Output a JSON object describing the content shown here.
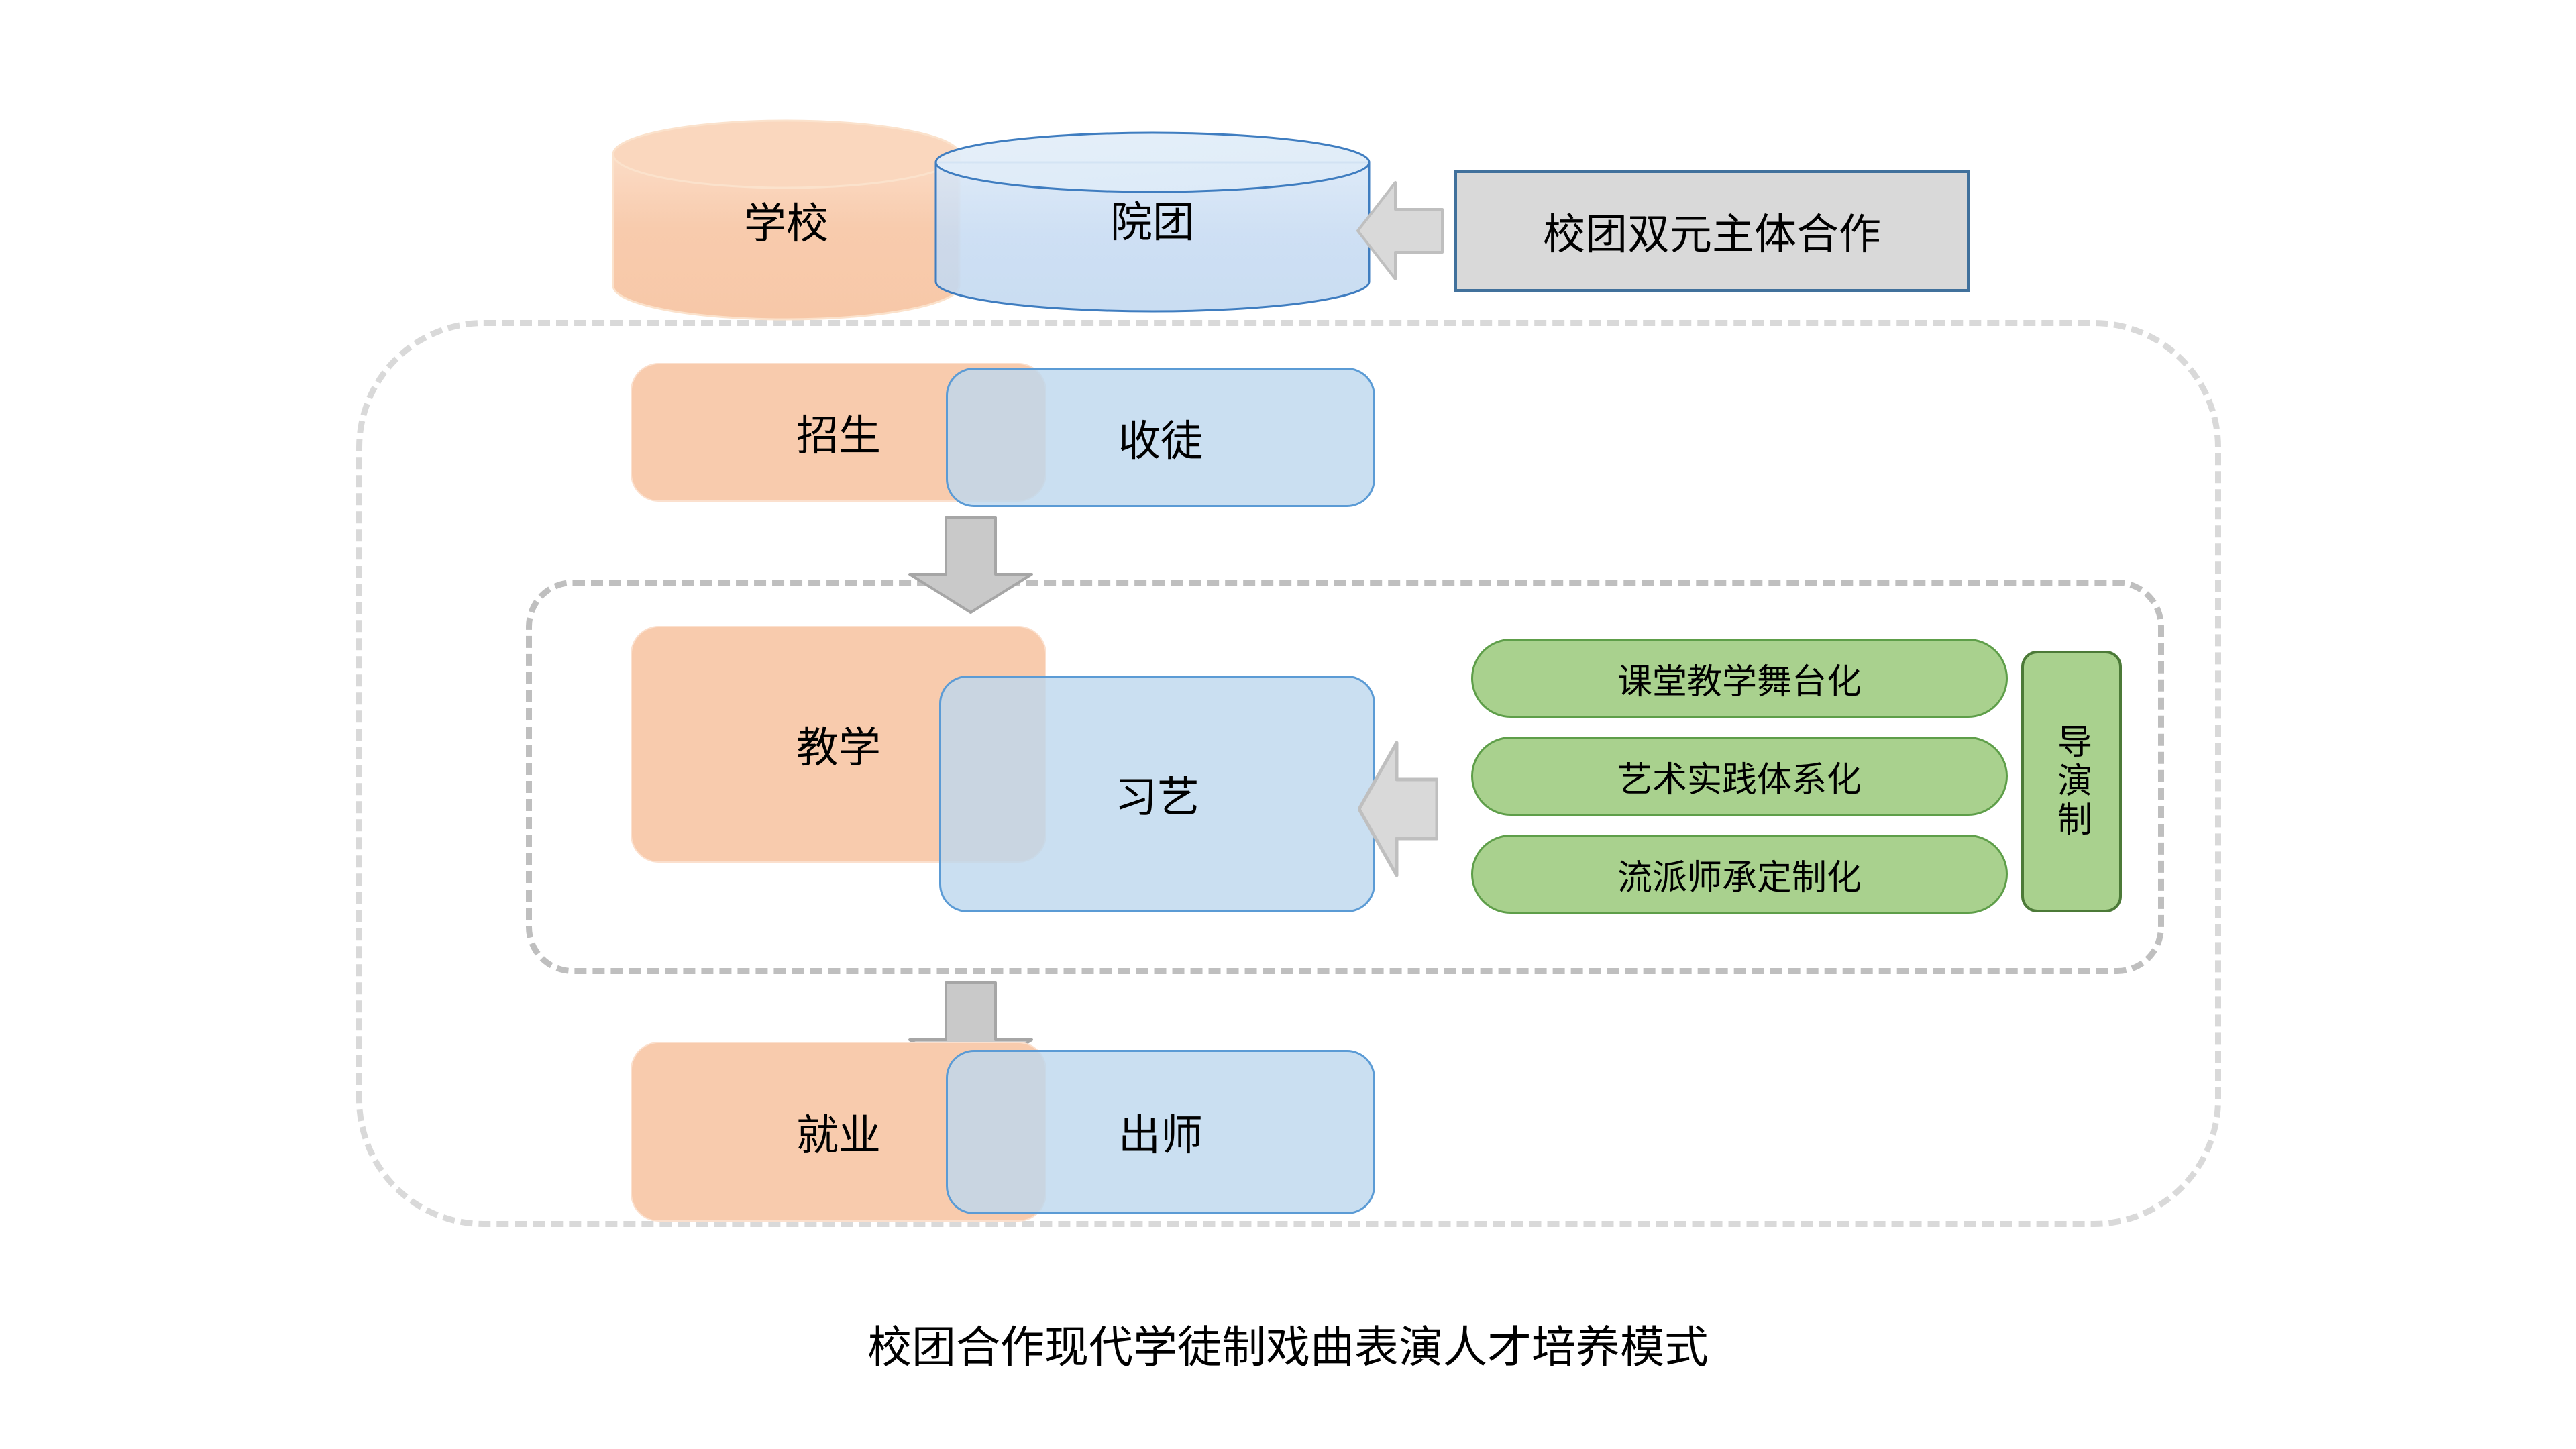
{
  "diagram": {
    "caption": "校团合作现代学徒制戏曲表演人才培养模式",
    "colors": {
      "orange_fill": "#F8CBAD",
      "blue_fill": "#BDD7EE",
      "blue_stroke": "#5B9BD5",
      "green_fill": "#A9D18E",
      "green_stroke": "#5E9E49",
      "gray_fill": "#D9D9D9",
      "gray_stroke": "#BFBFBF",
      "callout_border": "#41719C",
      "dashed_border": "#D9D9D9"
    },
    "row1": {
      "left_label": "学校",
      "right_label": "院团",
      "callout_label": "校团双元主体合作"
    },
    "row2": {
      "left_label": "招生",
      "right_label": "收徒"
    },
    "row3": {
      "left_label": "教学",
      "right_label": "习艺",
      "pills": [
        {
          "label": "课堂教学舞台化"
        },
        {
          "label": "艺术实践体系化"
        },
        {
          "label": "流派师承定制化"
        }
      ],
      "vertical_label": "导演制"
    },
    "row4": {
      "left_label": "就业",
      "right_label": "出师"
    }
  }
}
